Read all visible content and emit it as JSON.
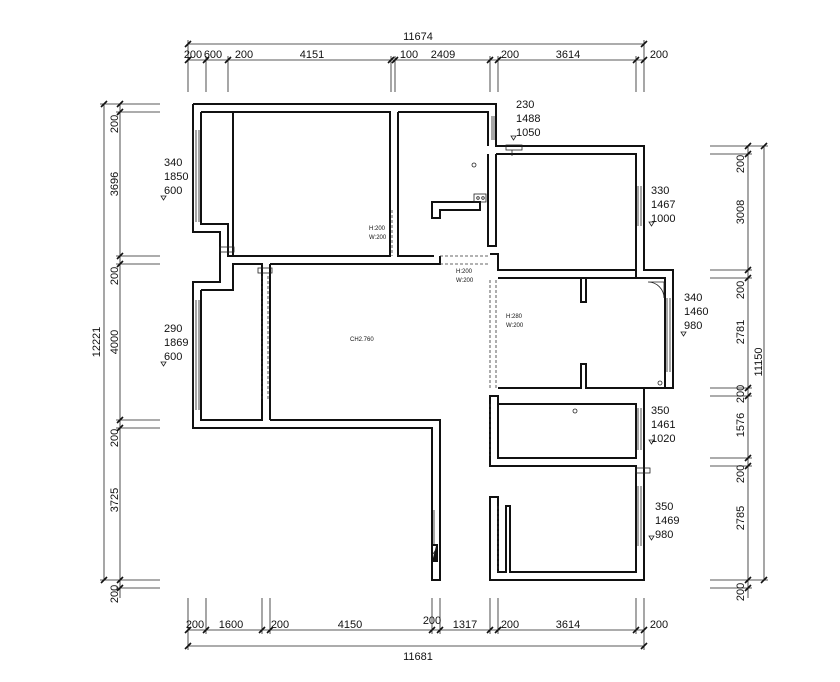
{
  "top_dims": {
    "total": "11674",
    "segments": [
      "200",
      "600",
      "200",
      "4151",
      "100",
      "2409",
      "200",
      "3614",
      "200"
    ]
  },
  "bottom_dims": {
    "total": "11681",
    "segments": [
      "200",
      "1600",
      "200",
      "4150",
      "200",
      "1317",
      "200",
      "3614",
      "200"
    ]
  },
  "left_dims": {
    "total": "12221",
    "segments": [
      "200",
      "3696",
      "200",
      "4000",
      "200",
      "3725",
      "200"
    ]
  },
  "right_dims": {
    "total": "11150",
    "segments": [
      "200",
      "3008",
      "200",
      "2781",
      "200",
      "1576",
      "200",
      "2785",
      "200"
    ]
  },
  "windows": [
    {
      "lines": [
        "230",
        "1488",
        "1050"
      ]
    },
    {
      "lines": [
        "340",
        "1850",
        "600"
      ]
    },
    {
      "lines": [
        "330",
        "1467",
        "1000"
      ]
    },
    {
      "lines": [
        "340",
        "1460",
        "980"
      ]
    },
    {
      "lines": [
        "290",
        "1869",
        "600"
      ]
    },
    {
      "lines": [
        "350",
        "1461",
        "1020"
      ]
    },
    {
      "lines": [
        "350",
        "1469",
        "980"
      ]
    }
  ],
  "annotations": {
    "hole1_h": "H:200",
    "hole1_w": "W:200",
    "hole2_h": "H:200",
    "hole2_w": "W:200",
    "hole3_h": "H:280",
    "hole3_w": "W:200",
    "ceiling": "CH2.760"
  }
}
